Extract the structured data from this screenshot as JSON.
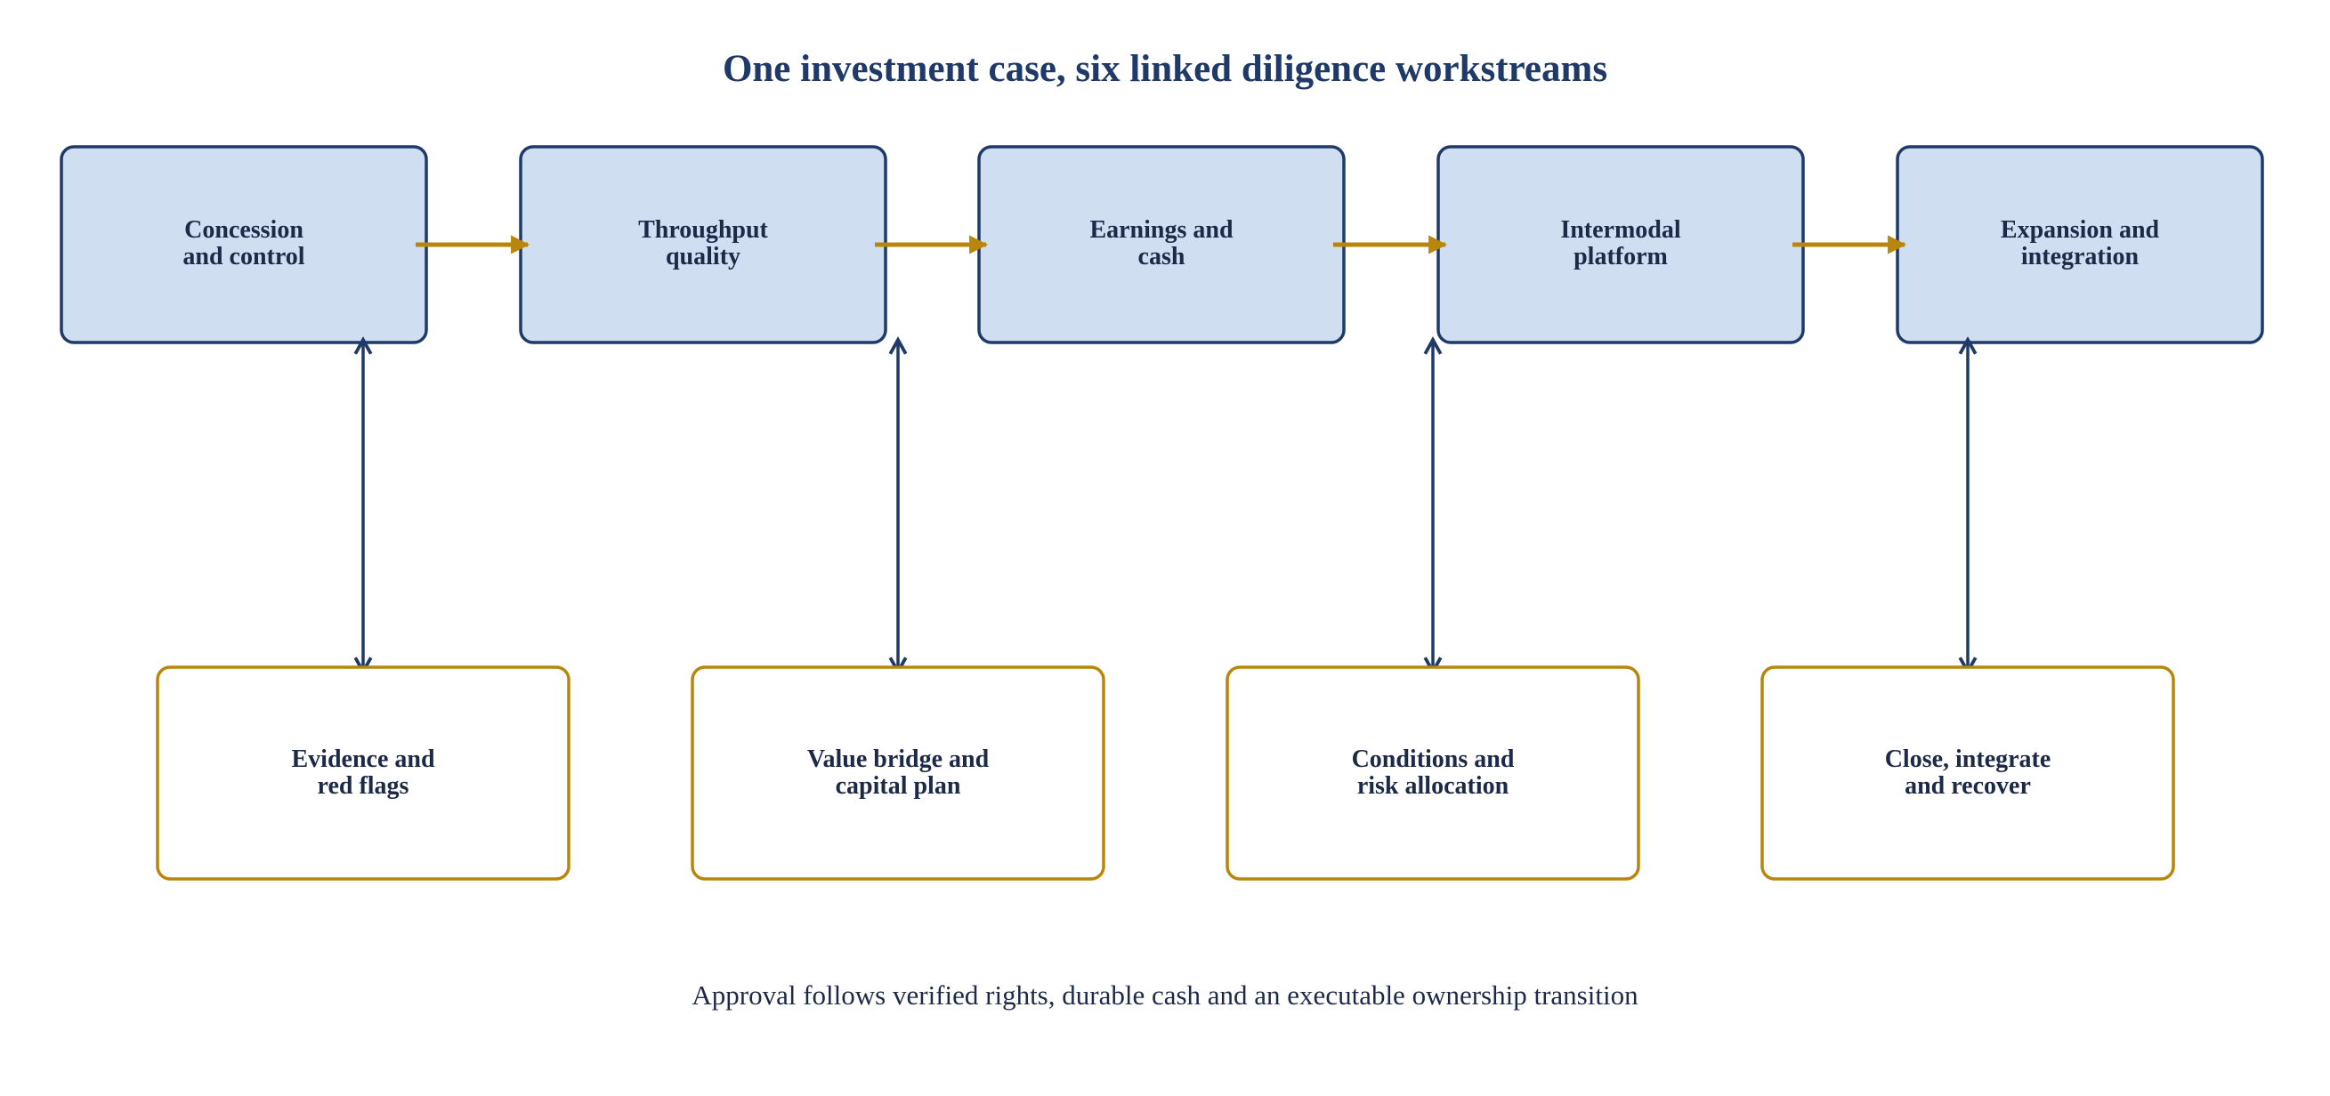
{
  "title": "One investment case, six linked diligence workstreams",
  "stages": [
    {
      "line1": "Concession",
      "line2": "and control"
    },
    {
      "line1": "Throughput",
      "line2": "quality"
    },
    {
      "line1": "Earnings and",
      "line2": "cash"
    },
    {
      "line1": "Intermodal",
      "line2": "platform"
    },
    {
      "line1": "Expansion and",
      "line2": "integration"
    }
  ],
  "outputs": [
    {
      "line1": "Evidence and",
      "line2": "red flags"
    },
    {
      "line1": "Value bridge and",
      "line2": "capital plan"
    },
    {
      "line1": "Conditions and",
      "line2": "risk allocation"
    },
    {
      "line1": "Close, integrate",
      "line2": "and recover"
    }
  ],
  "footer": "Approval follows verified rights, durable cash and an executable ownership transition",
  "colors": {
    "stage_fill": "#cfdef0",
    "stage_border": "#1f3a68",
    "output_border": "#b8860b",
    "flow_arrow": "#b8860b",
    "link_arrow": "#1f3a68",
    "title": "#1f3a68"
  }
}
